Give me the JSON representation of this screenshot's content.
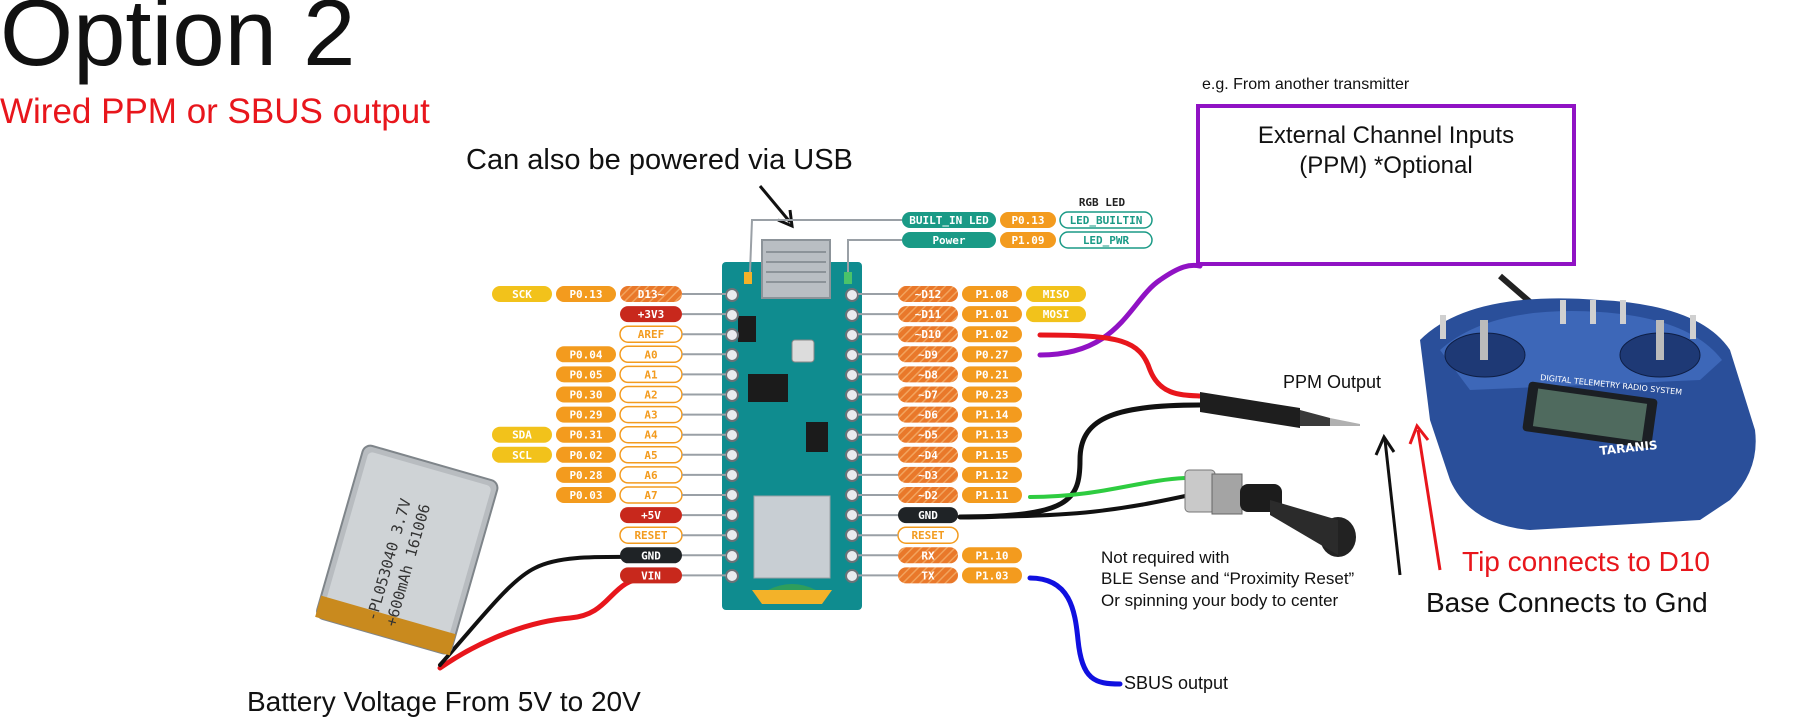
{
  "title": "Option 2",
  "subtitle": "Wired PPM or SBUS output",
  "notes": {
    "usb": "Can also be powered via USB",
    "example": "e.g. From another transmitter",
    "external_line1": "External Channel Inputs",
    "external_line2": "(PPM) *Optional",
    "ppm_output": "PPM Output",
    "not_required_1": "Not required with",
    "not_required_2": "BLE Sense and “Proximity Reset”",
    "not_required_3": "Or spinning your body to center",
    "tip": "Tip connects to D10",
    "base": "Base Connects to Gnd",
    "sbus": "SBUS output",
    "battery": "Battery Voltage From 5V to 20V"
  },
  "battery_label": {
    "line1": "-PL053040 3.7V",
    "line2": "+600mAh 161006"
  },
  "radio_brand": "TARANIS",
  "radio_tagline": "DIGITAL TELEMETRY RADIO SYSTEM",
  "top_pins": {
    "header": "RGB LED",
    "rows": [
      [
        "BUILT_IN LED",
        "P0.13",
        "LED_BUILTIN"
      ],
      [
        "Power",
        "P1.09",
        "LED_PWR"
      ]
    ]
  },
  "left_pins": [
    [
      "SCK",
      "P0.13",
      "D13~"
    ],
    [
      "",
      "",
      "+3V3"
    ],
    [
      "",
      "",
      "AREF"
    ],
    [
      "",
      "P0.04",
      "A0"
    ],
    [
      "",
      "P0.05",
      "A1"
    ],
    [
      "",
      "P0.30",
      "A2"
    ],
    [
      "",
      "P0.29",
      "A3"
    ],
    [
      "SDA",
      "P0.31",
      "A4"
    ],
    [
      "SCL",
      "P0.02",
      "A5"
    ],
    [
      "",
      "P0.28",
      "A6"
    ],
    [
      "",
      "P0.03",
      "A7"
    ],
    [
      "",
      "",
      "+5V"
    ],
    [
      "",
      "",
      "RESET"
    ],
    [
      "",
      "",
      "GND"
    ],
    [
      "",
      "",
      "VIN"
    ]
  ],
  "right_pins": [
    [
      "~D12",
      "P1.08",
      "MISO"
    ],
    [
      "~D11",
      "P1.01",
      "MOSI"
    ],
    [
      "~D10",
      "P1.02",
      ""
    ],
    [
      "~D9",
      "P0.27",
      ""
    ],
    [
      "~D8",
      "P0.21",
      ""
    ],
    [
      "~D7",
      "P0.23",
      ""
    ],
    [
      "~D6",
      "P1.14",
      ""
    ],
    [
      "~D5",
      "P1.13",
      ""
    ],
    [
      "~D4",
      "P1.15",
      ""
    ],
    [
      "~D3",
      "P1.12",
      ""
    ],
    [
      "~D2",
      "P1.11",
      ""
    ],
    [
      "GND",
      "",
      ""
    ],
    [
      "RESET",
      "",
      ""
    ],
    [
      "RX",
      "P1.10",
      ""
    ],
    [
      "TX",
      "P1.03",
      ""
    ]
  ],
  "colors": {
    "accent_red": "#e8161c",
    "board": "#0f8c8f",
    "pin_yellow": "#f2c21b",
    "pin_orange": "#f39b1e",
    "pin_red": "#c8281c",
    "pin_dark": "#1f2326",
    "teal": "#1a9a86",
    "purple": "#9012c4",
    "wire_blue": "#1010e0",
    "wire_green": "#2ecc40"
  }
}
